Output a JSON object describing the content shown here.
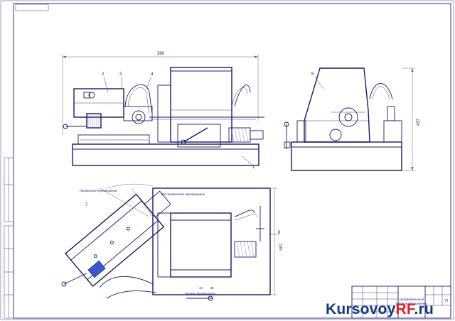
{
  "drawing": {
    "dimensions": {
      "overall_length": "380",
      "height": "437",
      "plan_width": "447"
    },
    "position_labels": [
      "1",
      "2",
      "3",
      "4",
      "5",
      "6",
      "7"
    ],
    "annotations": {
      "longitudinal_feed": "Продольное перемещение",
      "cross_feed": "Ход поперечного перемещения",
      "feed_label": "Подача перемещения",
      "dim_a": "43",
      "dim_b": "35"
    },
    "title_block": {
      "name_line1": "Шлифовальный",
      "name_line2": "станок для заточки",
      "sheet_mark": "П"
    }
  },
  "watermark": {
    "part1": "Kursovoy",
    "part2": "RF",
    "part3": ".ru"
  },
  "colors": {
    "line": "#1a1a66",
    "wm_blue": "#123a7a",
    "wm_red": "#d8232a"
  }
}
